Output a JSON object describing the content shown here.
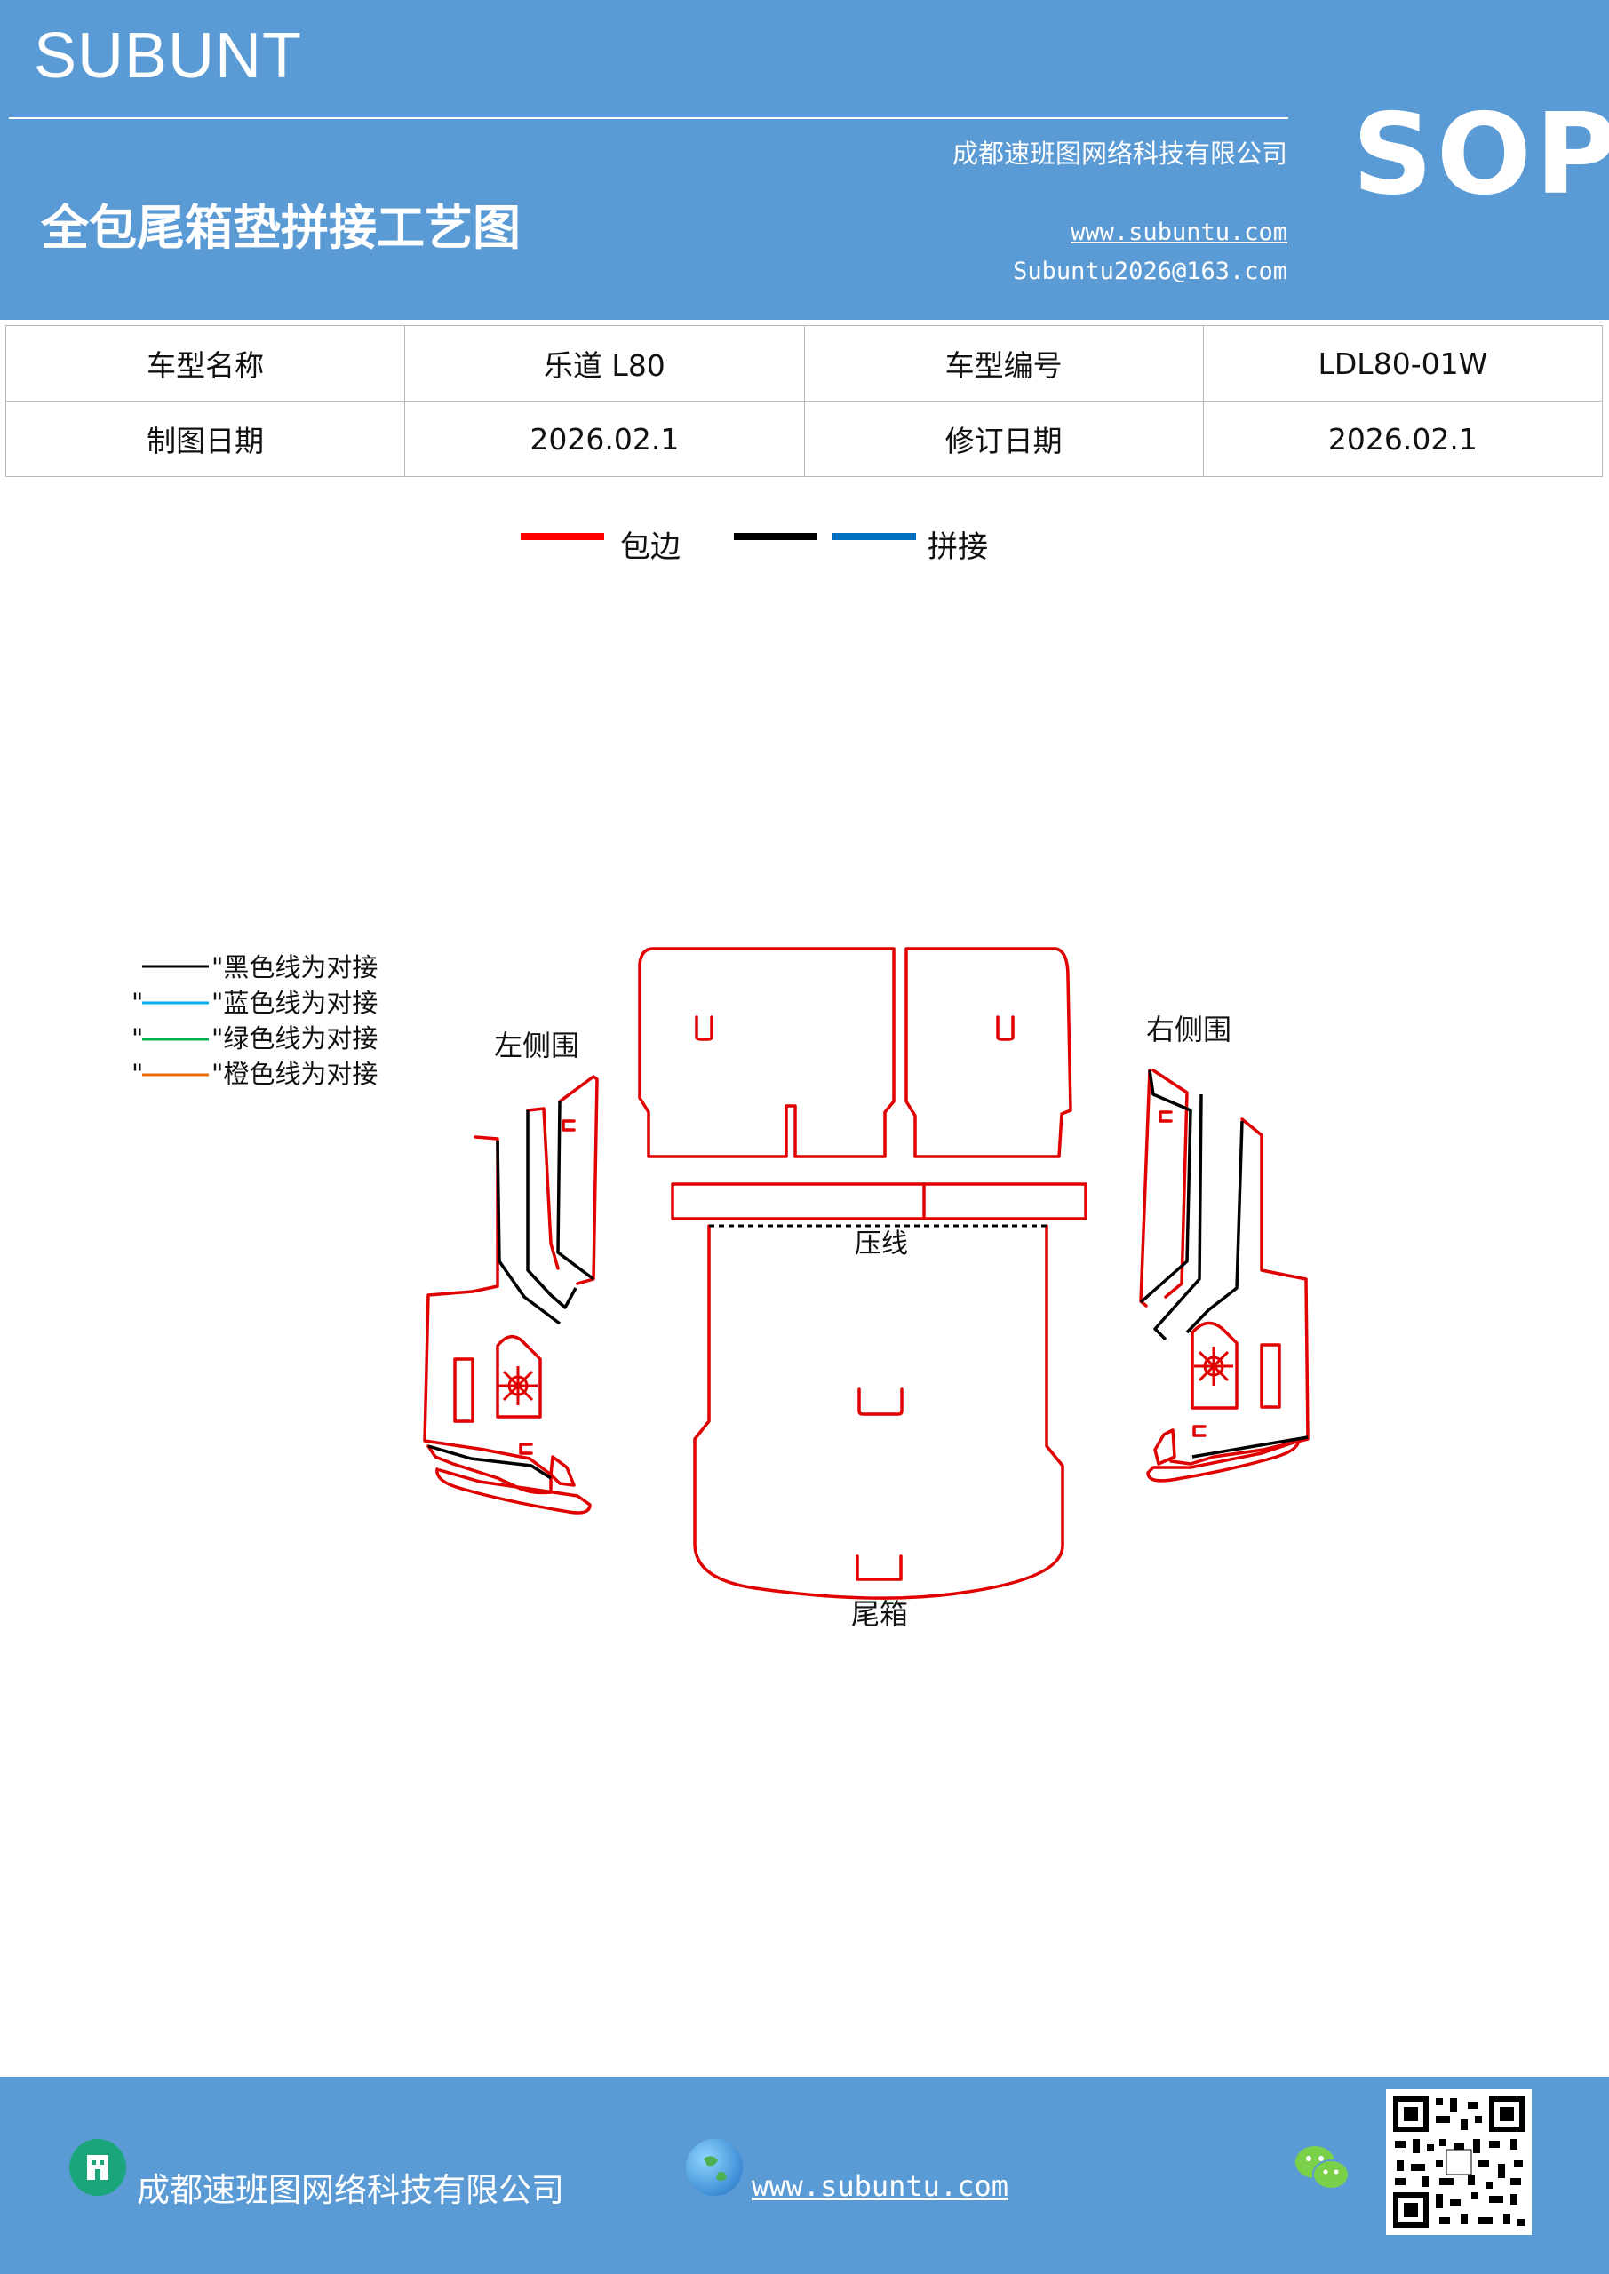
{
  "header": {
    "brand": "SUBUNT",
    "company": "成都速班图网络科技有限公司",
    "sop": "SOP",
    "title": "全包尾箱垫拼接工艺图",
    "website": "www.subuntu.com",
    "email": "Subuntu2026@163.com"
  },
  "info_table": {
    "rows": [
      [
        "车型名称",
        "乐道 L80",
        "车型编号",
        "LDL80-01W"
      ],
      [
        "制图日期",
        "2026.02.1",
        "修订日期",
        "2026.02.1"
      ]
    ]
  },
  "legend": {
    "items": [
      {
        "label": "包边",
        "color": "#ff0000"
      },
      {
        "label": "",
        "color": "#000000"
      },
      {
        "label": "拼接",
        "color": "#0070c0"
      }
    ]
  },
  "diagram": {
    "line_legend": [
      {
        "text": "\"黑色线为对接",
        "color": "#000000"
      },
      {
        "text": "\"蓝色线为对接",
        "color": "#00b0f0"
      },
      {
        "text": "\"绿色线为对接",
        "color": "#00b050"
      },
      {
        "text": "\"橙色线为对接",
        "color": "#e36c09"
      }
    ],
    "left_label": "左侧围",
    "right_label": "右侧围",
    "press_line_label": "压线",
    "trunk_label": "尾箱",
    "edge_color": "#e00000"
  },
  "footer": {
    "company": "成都速班图网络科技有限公司",
    "website": "www.subuntu.com"
  }
}
